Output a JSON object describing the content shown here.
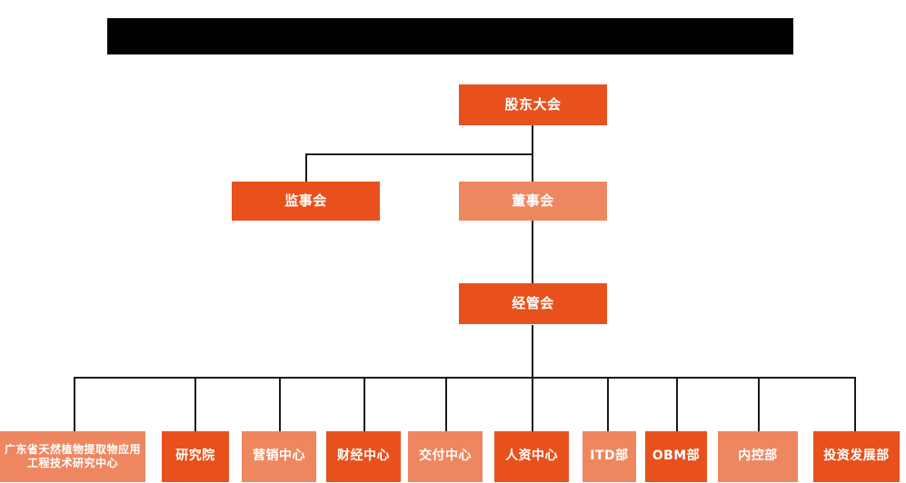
{
  "page": {
    "background_color": "#ffffff",
    "title_bar": {
      "name": "redacted-title-bar",
      "text": "",
      "color": "#000000"
    }
  },
  "theme": {
    "primary_dark": "#E8511C",
    "primary_light": "#EE8760",
    "line_color": "#1a1a1a",
    "label_color": "#ffffff"
  },
  "chart_data": {
    "type": "org-chart",
    "title": "",
    "levels": [
      {
        "level": 1,
        "nodes": [
          {
            "id": "n1",
            "label": "股东大会",
            "tone": "dark"
          }
        ]
      },
      {
        "level": 2,
        "nodes": [
          {
            "id": "n2",
            "label": "监事会",
            "tone": "dark"
          },
          {
            "id": "n3",
            "label": "董事会",
            "tone": "light"
          }
        ]
      },
      {
        "level": 3,
        "nodes": [
          {
            "id": "n4",
            "label": "经管会",
            "tone": "dark"
          }
        ]
      },
      {
        "level": 4,
        "nodes": [
          {
            "id": "d1",
            "label": "广东省天然植物提取物应用工程技术研究中心",
            "tone": "light"
          },
          {
            "id": "d2",
            "label": "研究院",
            "tone": "dark"
          },
          {
            "id": "d3",
            "label": "营销中心",
            "tone": "light"
          },
          {
            "id": "d4",
            "label": "财经中心",
            "tone": "dark"
          },
          {
            "id": "d5",
            "label": "交付中心",
            "tone": "light"
          },
          {
            "id": "d6",
            "label": "人资中心",
            "tone": "dark"
          },
          {
            "id": "d7",
            "label": "ITD部",
            "tone": "light"
          },
          {
            "id": "d8",
            "label": "OBM部",
            "tone": "dark"
          },
          {
            "id": "d9",
            "label": "内控部",
            "tone": "light"
          },
          {
            "id": "d10",
            "label": "投资发展部",
            "tone": "dark"
          }
        ]
      }
    ],
    "edges": [
      {
        "from": "n1",
        "to": "n2"
      },
      {
        "from": "n1",
        "to": "n3"
      },
      {
        "from": "n3",
        "to": "n4"
      },
      {
        "from": "n4",
        "to": "d1"
      },
      {
        "from": "n4",
        "to": "d2"
      },
      {
        "from": "n4",
        "to": "d3"
      },
      {
        "from": "n4",
        "to": "d4"
      },
      {
        "from": "n4",
        "to": "d5"
      },
      {
        "from": "n4",
        "to": "d6"
      },
      {
        "from": "n4",
        "to": "d7"
      },
      {
        "from": "n4",
        "to": "d8"
      },
      {
        "from": "n4",
        "to": "d9"
      },
      {
        "from": "n4",
        "to": "d10"
      }
    ]
  }
}
